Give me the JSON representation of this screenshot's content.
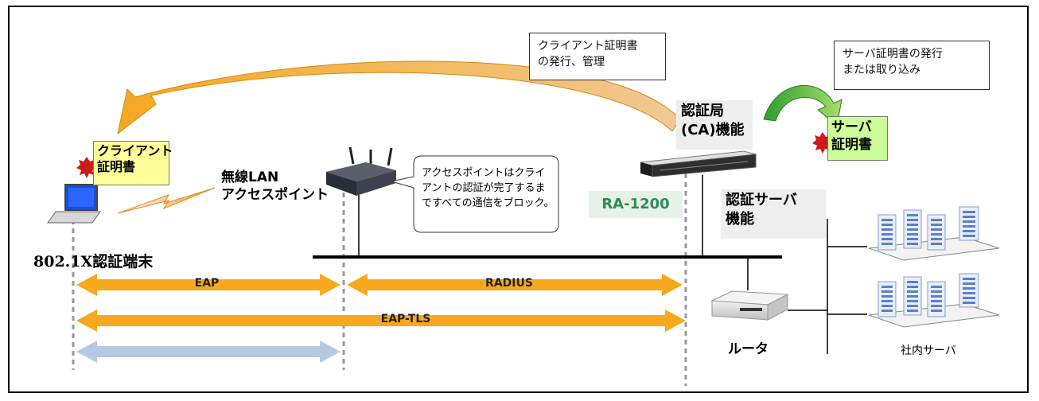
{
  "boxes": {
    "client_cert_issue": "クライアント証明書\nの発行、管理",
    "server_cert_issue": "サーバ証明書の発行\nまたは取り込み",
    "ap_note": "アクセスポイントはクライアントの認証が完了するまですべての通信をブロック。"
  },
  "badges": {
    "client_cert": "クライアント\n証明書",
    "server_cert": "サーバ\n証明書"
  },
  "labels": {
    "ca_function": "認証局\n(CA)機能",
    "auth_server_function": "認証サーバ\n機能",
    "ra_model": "RA-1200",
    "wireless_ap": "無線LAN\nアクセスポイント",
    "terminal": "802.1X認証端末",
    "router": "ルータ",
    "internal_servers": "社内サーバ"
  },
  "arrows": {
    "eap": "EAP",
    "radius": "RADIUS",
    "eap_tls": "EAP-TLS"
  },
  "colors": {
    "orange_arrow": "#f8a81c",
    "blue_arrow": "#b7c9e2",
    "ra_text": "#2e8b57",
    "server_blue": "#5b7fc8"
  }
}
